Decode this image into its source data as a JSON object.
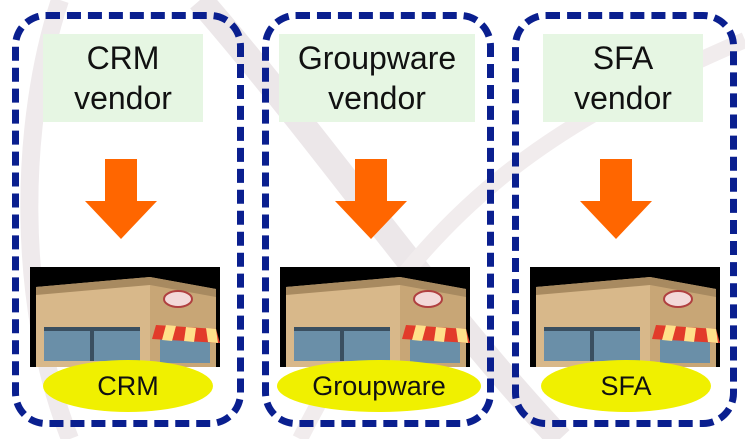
{
  "columns": [
    {
      "vendor_label": "CRM\nvendor",
      "badge_label": "CRM"
    },
    {
      "vendor_label": "Groupware\nvendor",
      "badge_label": "Groupware"
    },
    {
      "vendor_label": "SFA\nvendor",
      "badge_label": "SFA"
    }
  ],
  "colors": {
    "dashed_border": "#0a1f8f",
    "vendor_box": "#e6f6e3",
    "arrow": "#ff6600",
    "badge": "#f0f000"
  },
  "icons": {
    "arrow": "down-arrow-icon",
    "store": "storefront-icon"
  }
}
